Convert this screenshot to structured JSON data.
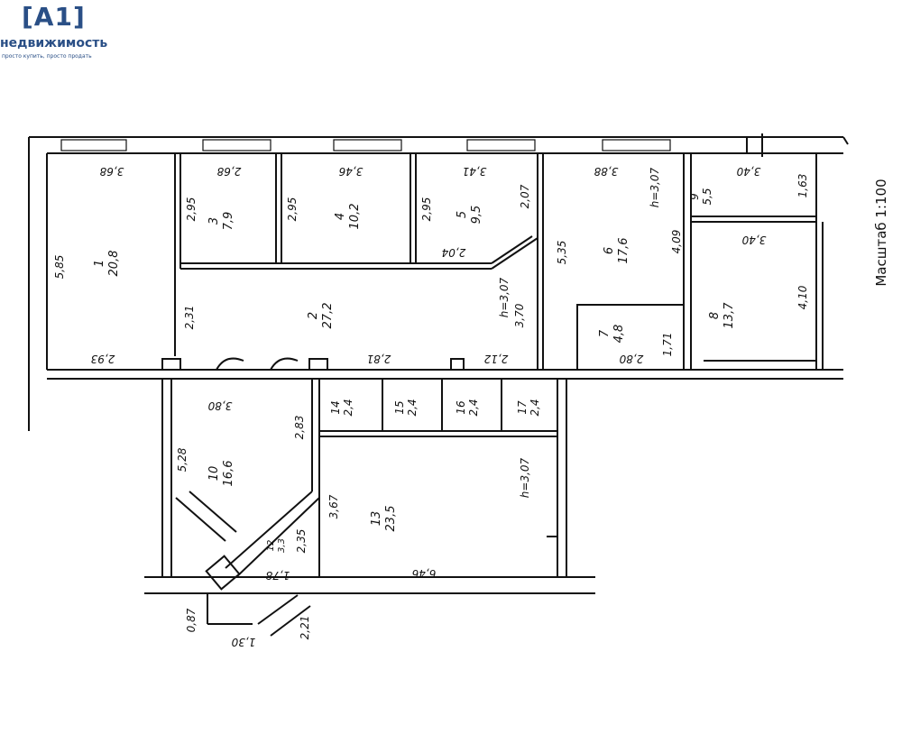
{
  "logo": {
    "mark": "[A1]",
    "brand": "недвижимость",
    "tagline": "просто купить, просто продать"
  },
  "scale_label": "Масштаб 1:100",
  "rooms": [
    {
      "id": "1",
      "number": "1",
      "area": "20,8"
    },
    {
      "id": "2",
      "number": "2",
      "area": "27,2"
    },
    {
      "id": "3",
      "number": "3",
      "area": "7,9"
    },
    {
      "id": "4",
      "number": "4",
      "area": "10,2"
    },
    {
      "id": "5",
      "number": "5",
      "area": "9,5"
    },
    {
      "id": "6",
      "number": "6",
      "area": "17,6"
    },
    {
      "id": "7",
      "number": "7",
      "area": "4,8"
    },
    {
      "id": "8",
      "number": "8",
      "area": "13,7"
    },
    {
      "id": "9",
      "number": "9",
      "area": "5,5"
    },
    {
      "id": "10",
      "number": "10",
      "area": "16,6"
    },
    {
      "id": "12",
      "number": "12",
      "area": "3,3"
    },
    {
      "id": "13",
      "number": "13",
      "area": "23,5"
    },
    {
      "id": "14",
      "number": "14",
      "area": "2,4"
    },
    {
      "id": "15",
      "number": "15",
      "area": "2,4"
    },
    {
      "id": "16",
      "number": "16",
      "area": "2,4"
    },
    {
      "id": "17",
      "number": "17",
      "area": "2,4"
    }
  ],
  "dimensions": [
    "3,68",
    "2,68",
    "3,46",
    "3,41",
    "3,88",
    "h=3,07",
    "3,40",
    "5,85",
    "2,95",
    "2,95",
    "2,95",
    "2,07",
    "1,63",
    "2,04",
    "5,35",
    "4,09",
    "3,40",
    "2,31",
    "h=3,07",
    "3,70",
    "4,10",
    "1,71",
    "2,93",
    "2,81",
    "2,12",
    "2,80",
    "3,80",
    "2,83",
    "5,28",
    "h=3,07",
    "3,67",
    "2,35",
    "1,78",
    "6,46",
    "0,87",
    "1,30",
    "2,21"
  ]
}
